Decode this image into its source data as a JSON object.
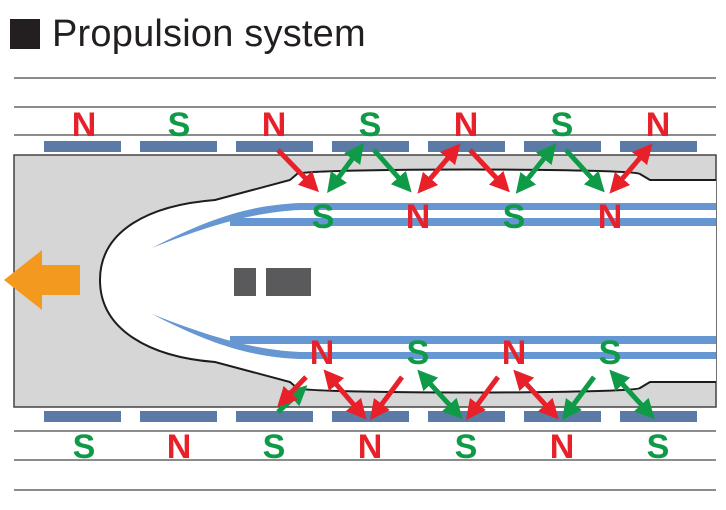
{
  "title": "Propulsion system",
  "colors": {
    "north": "#e8202a",
    "south": "#0f9a48",
    "track_coil": "#5c7aa6",
    "vehicle_stripe": "#6797d2",
    "guideway": "#d6d6d6",
    "arrow": "#f39a1e",
    "window": "#5a5a5c",
    "line": "#888888"
  },
  "track_top_poles": [
    "N",
    "S",
    "N",
    "S",
    "N",
    "S",
    "N"
  ],
  "vehicle_top_poles": [
    "S",
    "N",
    "S",
    "N"
  ],
  "vehicle_bottom_poles": [
    "N",
    "S",
    "N",
    "S"
  ],
  "track_bottom_poles": [
    "S",
    "N",
    "S",
    "N",
    "S",
    "N",
    "S"
  ],
  "icons": {
    "direction": "direction-arrow-icon"
  }
}
